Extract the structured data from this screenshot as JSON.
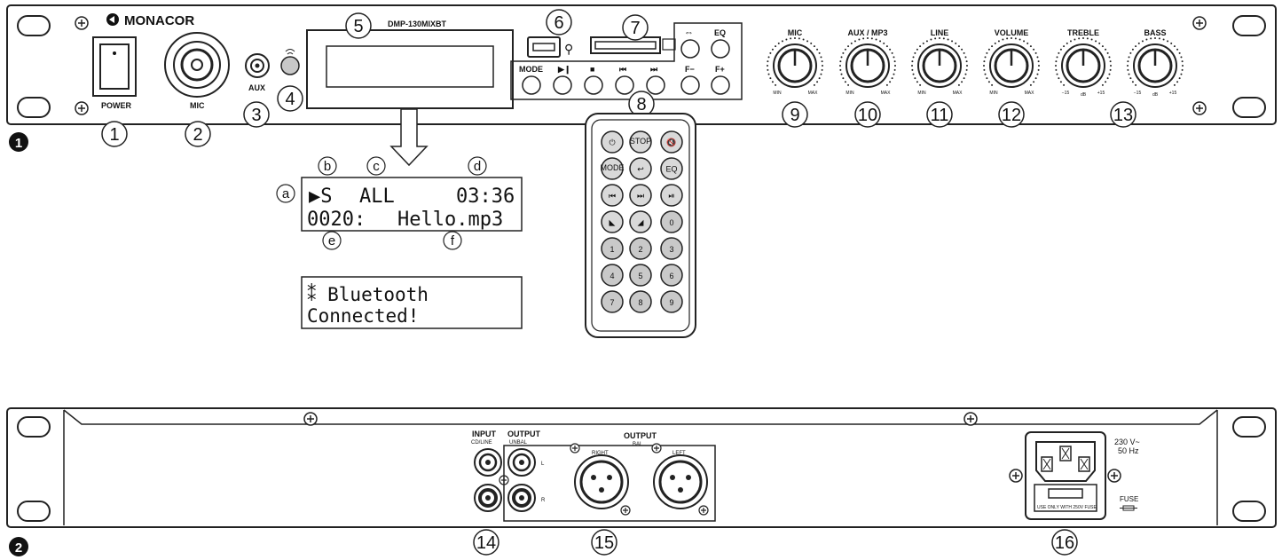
{
  "figure_numbers": {
    "front": "1",
    "rear": "2"
  },
  "front": {
    "brand": "MONACOR",
    "model": "DMP-130MIXBT",
    "power_label": "POWER",
    "mic_label": "MIC",
    "aux_label": "AUX",
    "player_buttons_row1": [
      "MODE",
      "▶❙",
      "■",
      "⏮",
      "⏭",
      "F−",
      "F+"
    ],
    "repeat_label": "⇔",
    "eq_label": "EQ",
    "knobs": [
      {
        "label": "MIC",
        "min": "MIN",
        "max": "MAX"
      },
      {
        "label": "AUX / MP3",
        "min": "MIN",
        "max": "MAX"
      },
      {
        "label": "LINE",
        "min": "MIN",
        "max": "MAX"
      },
      {
        "label": "VOLUME",
        "min": "MIN",
        "max": "MAX"
      },
      {
        "label": "TREBLE",
        "min": "−15",
        "db": "dB",
        "max": "+15"
      },
      {
        "label": "BASS",
        "min": "−15",
        "db": "dB",
        "max": "+15"
      }
    ]
  },
  "callouts": [
    "1",
    "2",
    "3",
    "4",
    "5",
    "6",
    "7",
    "8",
    "9",
    "10",
    "11",
    "12",
    "13",
    "14",
    "15",
    "16"
  ],
  "display": {
    "line1_left": "▶S",
    "line1_mid": "ALL",
    "line1_right": "03:36",
    "line2_left": "0020:",
    "line2_right": "Hello.mp3",
    "letters": [
      "a",
      "b",
      "c",
      "d",
      "e",
      "f"
    ]
  },
  "bt_display": {
    "line1": "⁑ Bluetooth",
    "line2": "Connected!"
  },
  "remote": {
    "rows": [
      [
        "⏻",
        "STOP",
        "🔇"
      ],
      [
        "MODE",
        "↩",
        "EQ"
      ],
      [
        "⏮",
        "⏭",
        "⏯"
      ],
      [
        "◣",
        "◢",
        "0"
      ],
      [
        "1",
        "2",
        "3"
      ],
      [
        "4",
        "5",
        "6"
      ],
      [
        "7",
        "8",
        "9"
      ]
    ]
  },
  "rear": {
    "input_label": "INPUT",
    "input_sub": "CD/LINE",
    "output_unbal_label": "OUTPUT",
    "output_unbal_sub": "UNBAL",
    "output_bal_label": "OUTPUT",
    "output_bal_sub": "BAL",
    "right_label": "RIGHT",
    "left_label": "LEFT",
    "l": "L",
    "r": "R",
    "voltage": "230 V~",
    "frequency": "50 Hz",
    "fuse_label": "FUSE",
    "fuse_note": "USE ONLY WITH 250V FUSE"
  }
}
